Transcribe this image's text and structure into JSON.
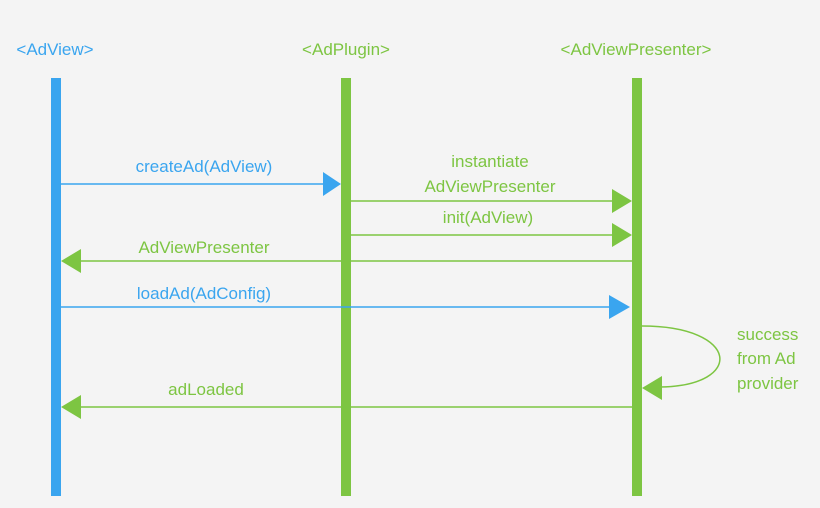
{
  "colors": {
    "background": "#f4f4f4",
    "blue": "#3aa5ef",
    "green": "#7dc542",
    "header_blue": "#3aa5ef",
    "header_green": "#7dc542"
  },
  "lifelines": {
    "adview": {
      "label": "<AdView>",
      "color": "blue"
    },
    "adplugin": {
      "label": "<AdPlugin>",
      "color": "green"
    },
    "presenter": {
      "label": "<AdViewPresenter>",
      "color": "green"
    }
  },
  "messages": [
    {
      "id": "create-ad",
      "lines": [
        "createAd(AdView)"
      ],
      "from": "adview",
      "to": "adplugin",
      "color": "blue"
    },
    {
      "id": "instantiate",
      "lines": [
        "instantiate",
        "AdViewPresenter"
      ],
      "from": "adplugin",
      "to": "presenter",
      "color": "green"
    },
    {
      "id": "init",
      "lines": [
        "init(AdView)"
      ],
      "from": "adplugin",
      "to": "presenter",
      "color": "green"
    },
    {
      "id": "return-presenter",
      "lines": [
        "AdViewPresenter"
      ],
      "from": "presenter",
      "to": "adview",
      "color": "green"
    },
    {
      "id": "load-ad",
      "lines": [
        "loadAd(AdConfig)"
      ],
      "from": "adview",
      "to": "presenter",
      "color": "blue"
    },
    {
      "id": "self-success",
      "lines": [
        "success",
        "from Ad",
        "provider"
      ],
      "from": "presenter",
      "to": "presenter",
      "color": "green"
    },
    {
      "id": "ad-loaded",
      "lines": [
        "adLoaded"
      ],
      "from": "presenter",
      "to": "adview",
      "color": "green"
    }
  ]
}
